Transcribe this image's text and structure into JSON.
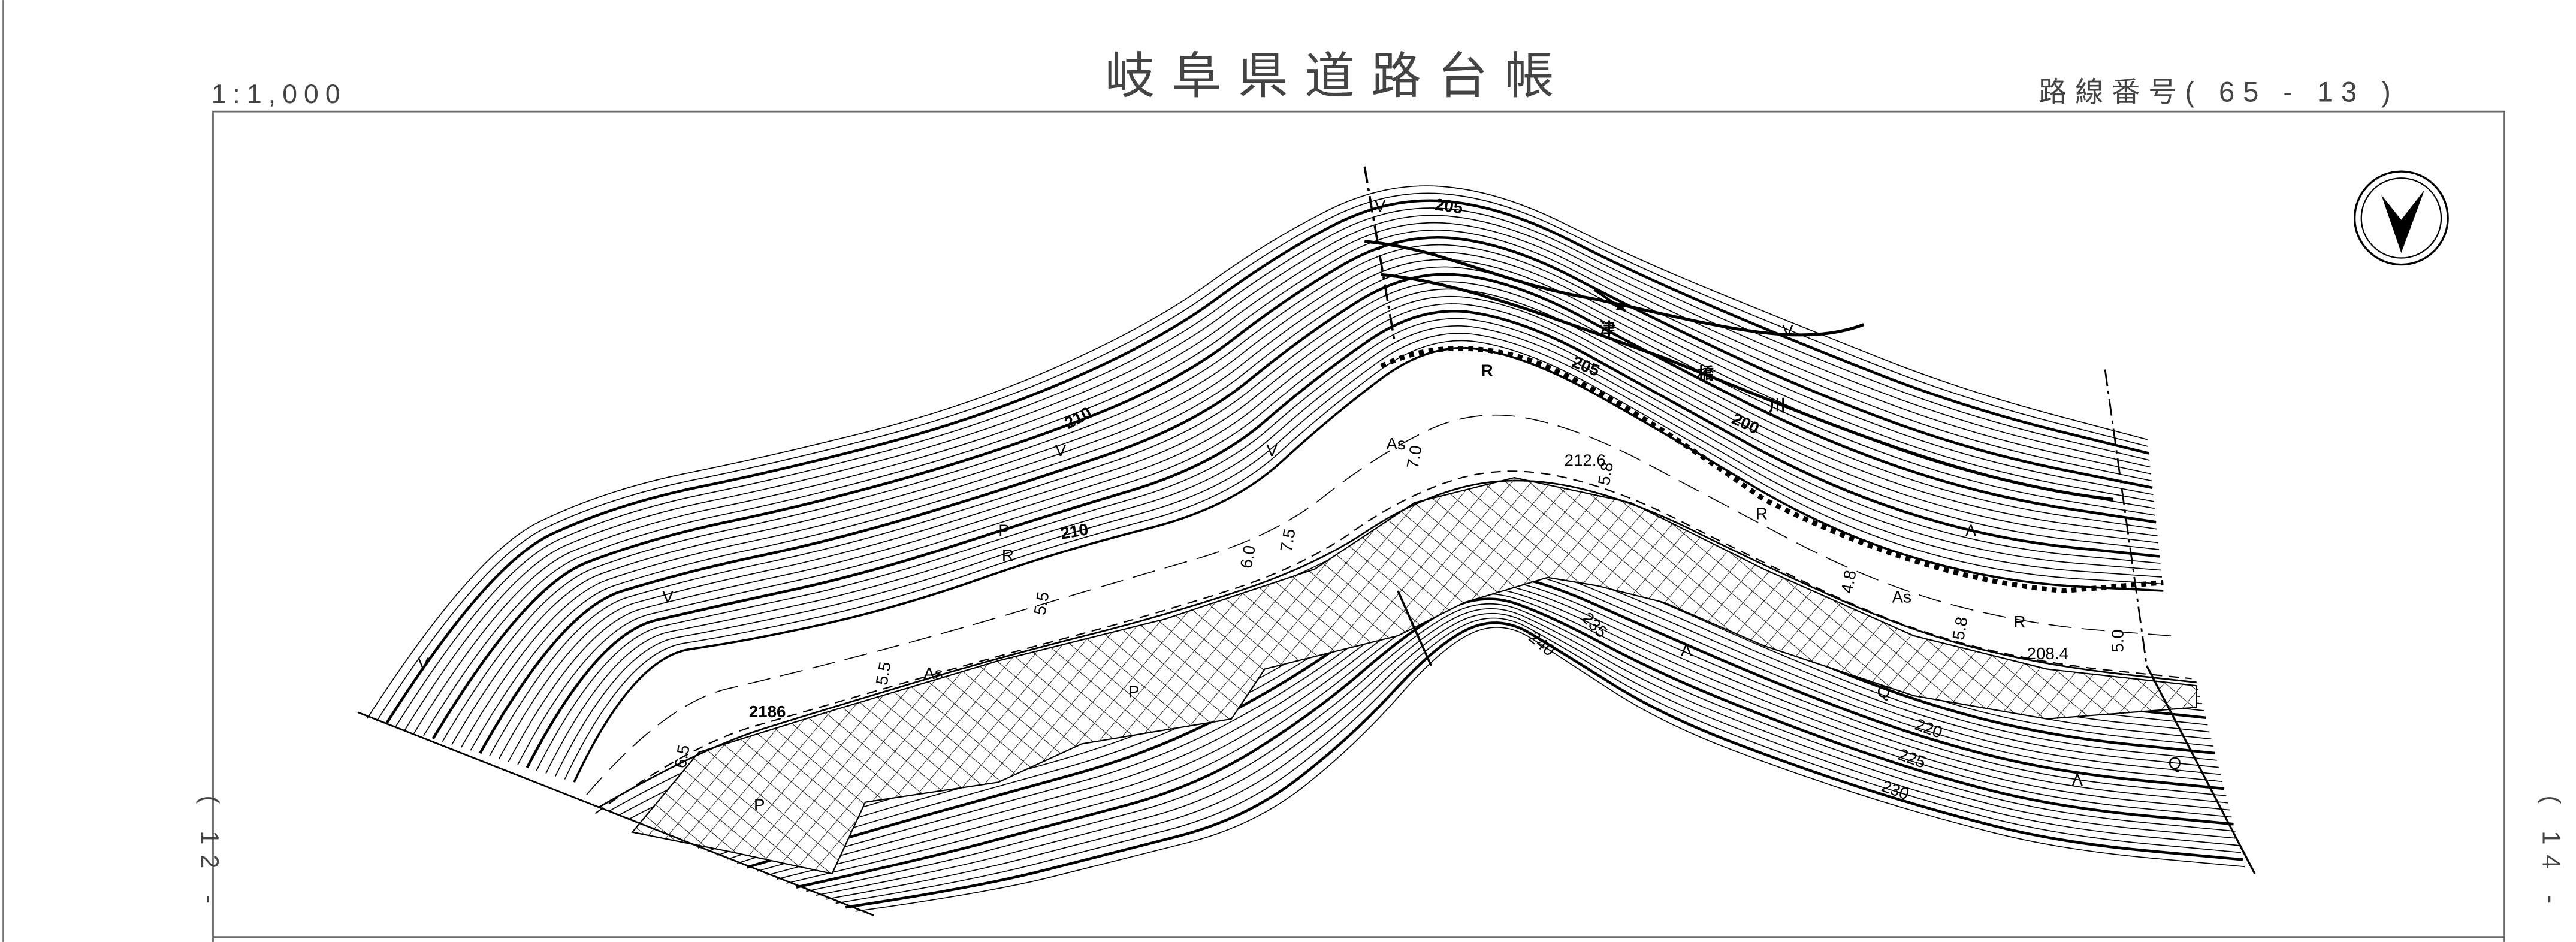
{
  "header": {
    "scale": "1:1,000",
    "title": "岐阜県道路台帳",
    "route_number": "路線番号( 65 - 13 )"
  },
  "adjacent_sheets": {
    "left": "( 12 -",
    "right": "( 14 -"
  },
  "compass": {
    "icon": "north-arrow-icon"
  },
  "river": {
    "name_chars": [
      "津",
      "橋",
      "川"
    ]
  },
  "contour_labels": [
    "205",
    "210",
    "210",
    "205",
    "200",
    "240",
    "235",
    "220",
    "225",
    "230"
  ],
  "elevations": [
    "212.6",
    "208.4",
    "2186"
  ],
  "road_widths": [
    "7.0",
    "5.8",
    "4.8",
    "5.8",
    "5.0",
    "6.0",
    "7.5",
    "5.5",
    "5.5",
    "6.5"
  ],
  "surface_labels": [
    "As",
    "As",
    "As"
  ],
  "feature_labels": {
    "R": [
      "R",
      "R",
      "R",
      "R"
    ],
    "P": [
      "P",
      "P",
      "P"
    ],
    "Q": [
      "Q",
      "Q"
    ],
    "A": [
      "Λ",
      "Λ",
      "Λ"
    ],
    "V": [
      "V",
      "V",
      "V",
      "V",
      "V",
      "V"
    ]
  },
  "colors": {
    "ink": "#000000",
    "frame": "#555555",
    "header_text": "#444444"
  }
}
